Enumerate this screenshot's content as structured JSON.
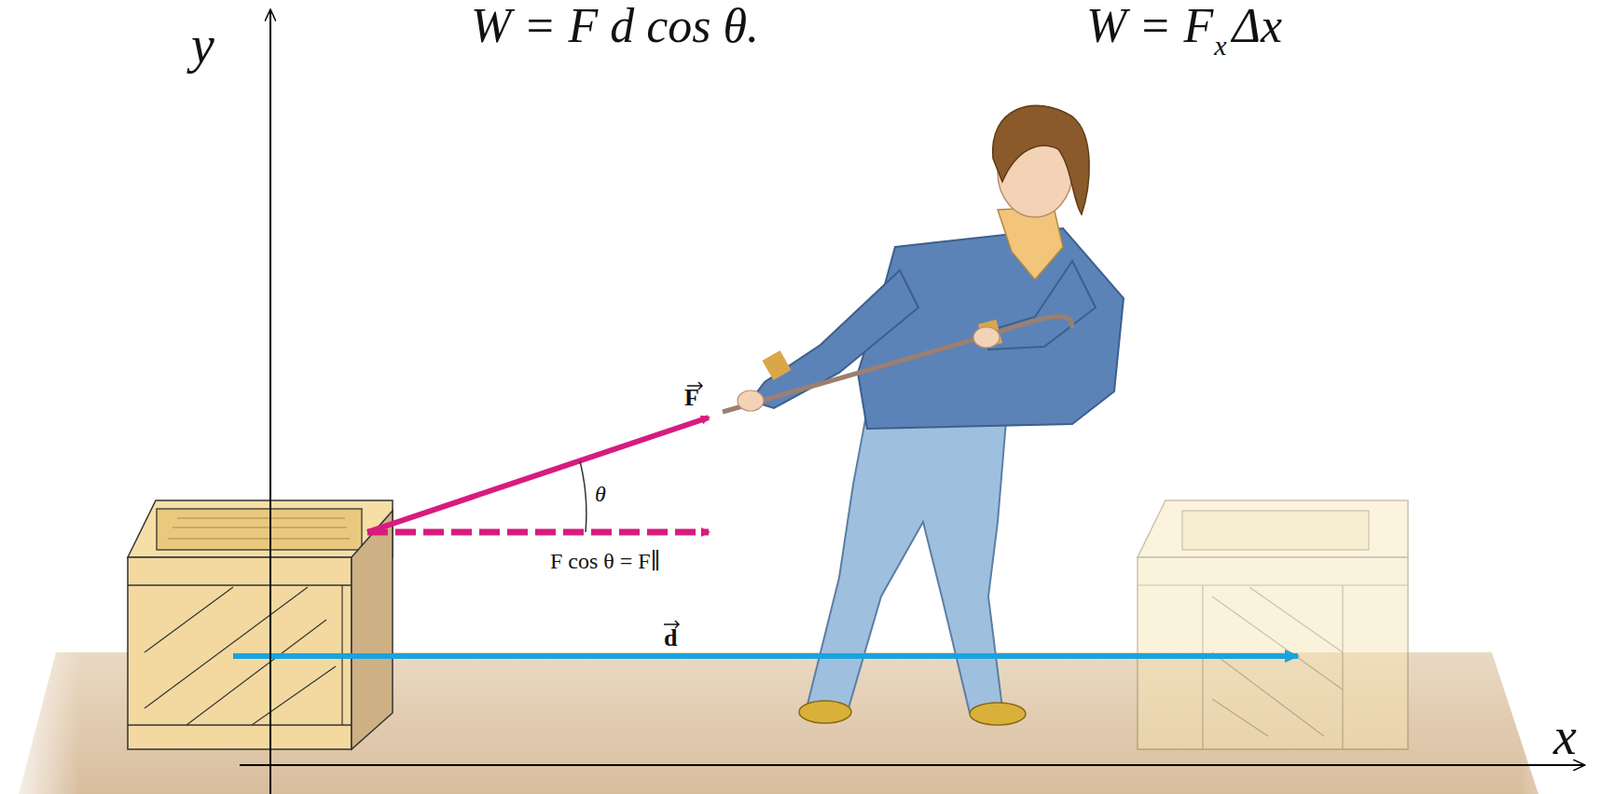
{
  "diagram": {
    "labels": [
      "W = F d cos θ.",
      "W = F",
      "x",
      "Δx",
      "y",
      "x",
      "F",
      "θ",
      "F cos θ = F∥",
      "d"
    ]
  }
}
